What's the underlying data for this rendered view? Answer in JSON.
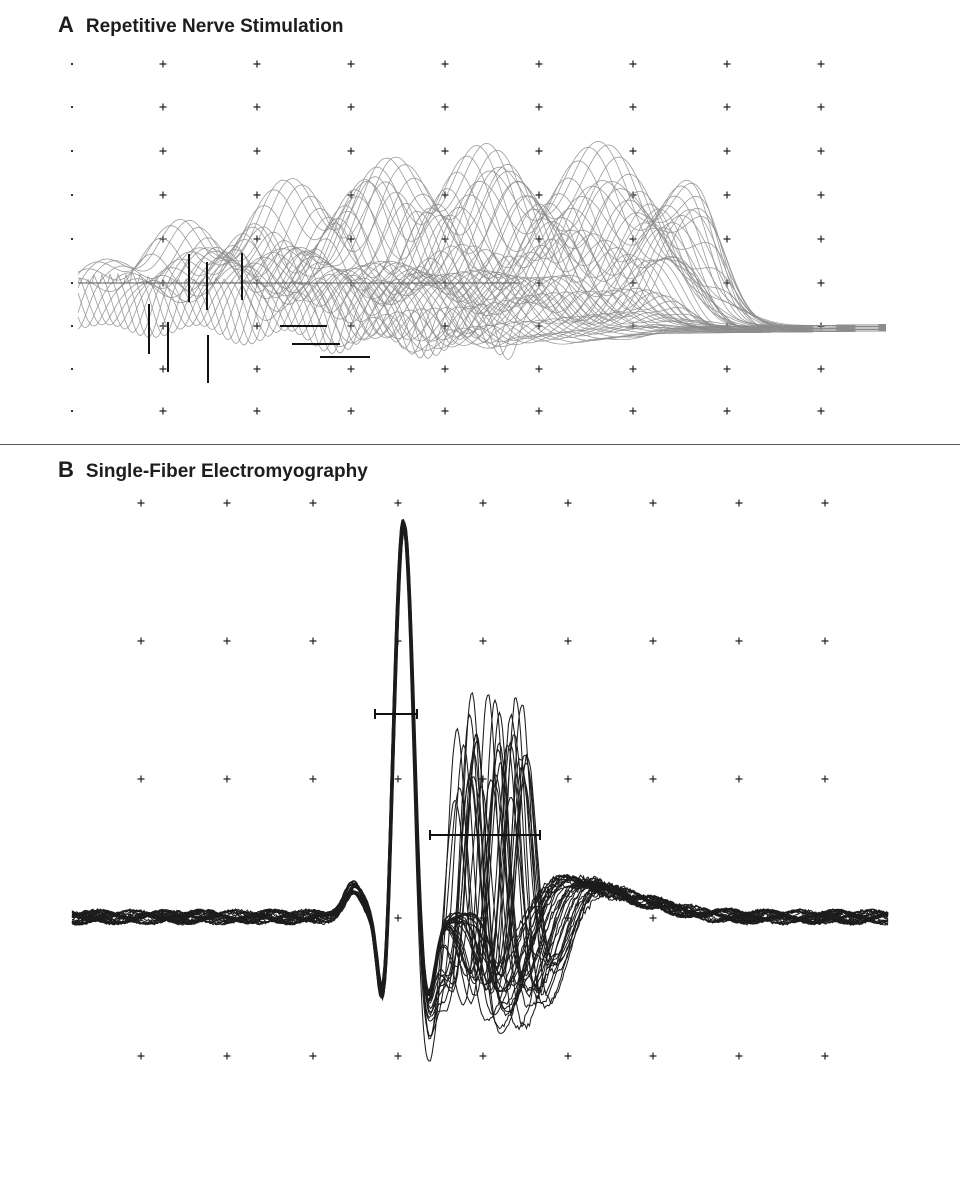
{
  "panels": [
    {
      "letter": "A",
      "title": "Repetitive Nerve Stimulation",
      "chart_data": {
        "type": "line",
        "description_visible": "overlaid compound muscle action potential traces with progressive horizontal offset",
        "trace_count": 60,
        "trace_color": "#8c8c8c",
        "grid": true,
        "xlabel": "",
        "ylabel": ""
      }
    },
    {
      "letter": "B",
      "title": "Single-Fiber Electromyography",
      "chart_data": {
        "type": "line",
        "description_visible": "superimposed single-fiber potential traces",
        "trace_count": 36,
        "trace_color": "#1c1c1c",
        "grid": true,
        "xlabel": "",
        "ylabel": ""
      }
    }
  ]
}
